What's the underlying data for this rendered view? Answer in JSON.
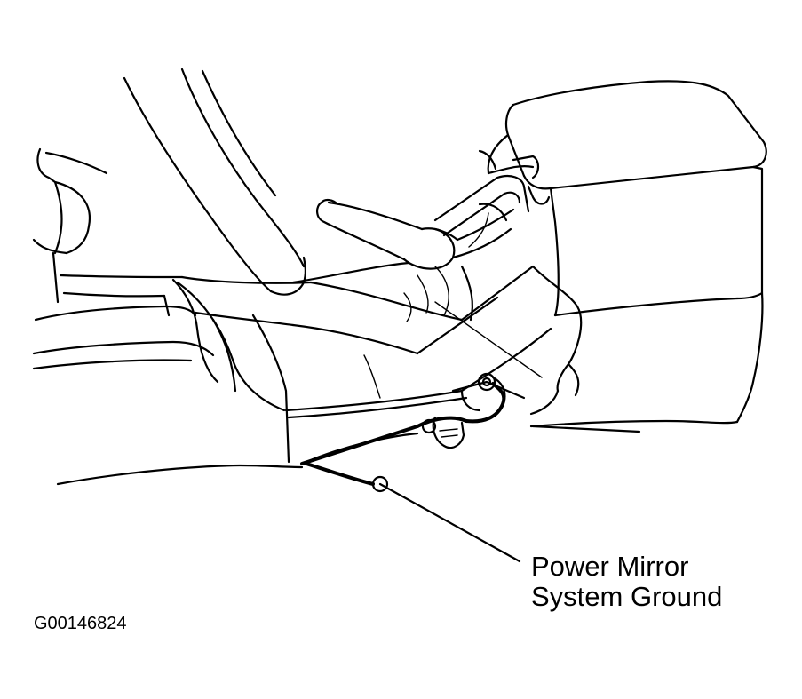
{
  "callout": {
    "line1": "Power Mirror",
    "line2": "System Ground"
  },
  "figure_id": "G00146824",
  "colors": {
    "ink": "#000000",
    "paper": "#ffffff"
  }
}
